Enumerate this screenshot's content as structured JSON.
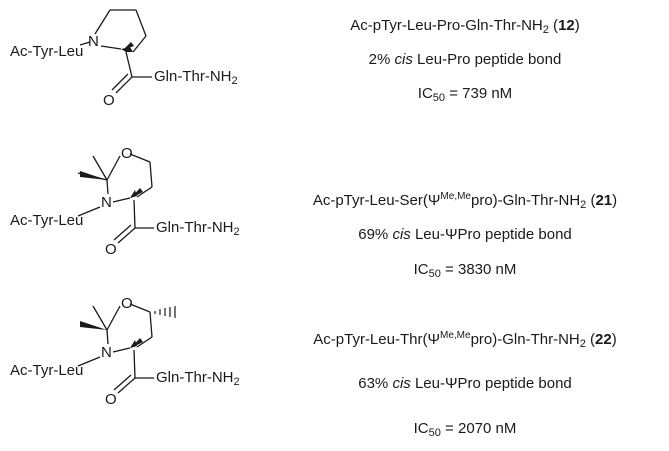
{
  "compounds": [
    {
      "structure": {
        "left_label": "Ac-Tyr-Leu",
        "right_label": "Gln-Thr-NH",
        "right_label_sub": "2",
        "ring_atoms": [
          "N"
        ]
      },
      "sequence": {
        "text": "Ac-pTyr-Leu-Pro-Gln-Thr-NH",
        "sub": "2",
        "open": " (",
        "number": "12",
        "close": ")"
      },
      "cis_line": {
        "percent": "2% ",
        "cis": "cis",
        "rest": " Leu-Pro peptide bond"
      },
      "ic50": {
        "ic": "IC",
        "sub": "50",
        "value": " = 739 nM"
      }
    },
    {
      "structure": {
        "left_label": "Ac-Tyr-Leu",
        "right_label": "Gln-Thr-NH",
        "right_label_sub": "2",
        "ring_atoms": [
          "O",
          "N"
        ]
      },
      "sequence": {
        "prefix": "Ac-pTyr-Leu-Ser(",
        "psi": "Ψ",
        "sup": "Me,Me",
        "mid": "pro)-Gln-Thr-NH",
        "sub": "2",
        "open": " (",
        "number": "21",
        "close": ")"
      },
      "cis_line": {
        "percent": "69% ",
        "cis": "cis",
        "rest": " Leu-ΨPro peptide bond"
      },
      "ic50": {
        "ic": "IC",
        "sub": "50",
        "value": " = 3830 nM"
      }
    },
    {
      "structure": {
        "left_label": "Ac-Tyr-Leu",
        "right_label": "Gln-Thr-NH",
        "right_label_sub": "2",
        "ring_atoms": [
          "O",
          "N"
        ]
      },
      "sequence": {
        "prefix": "Ac-pTyr-Leu-Thr(",
        "psi": "Ψ",
        "sup": "Me,Me",
        "mid": "pro)-Gln-Thr-NH",
        "sub": "2",
        "open": " (",
        "number": "22",
        "close": ")"
      },
      "cis_line": {
        "percent": "63% ",
        "cis": "cis",
        "rest": " Leu-ΨPro peptide bond"
      },
      "ic50": {
        "ic": "IC",
        "sub": "50",
        "value": " = 2070 nM"
      }
    }
  ]
}
